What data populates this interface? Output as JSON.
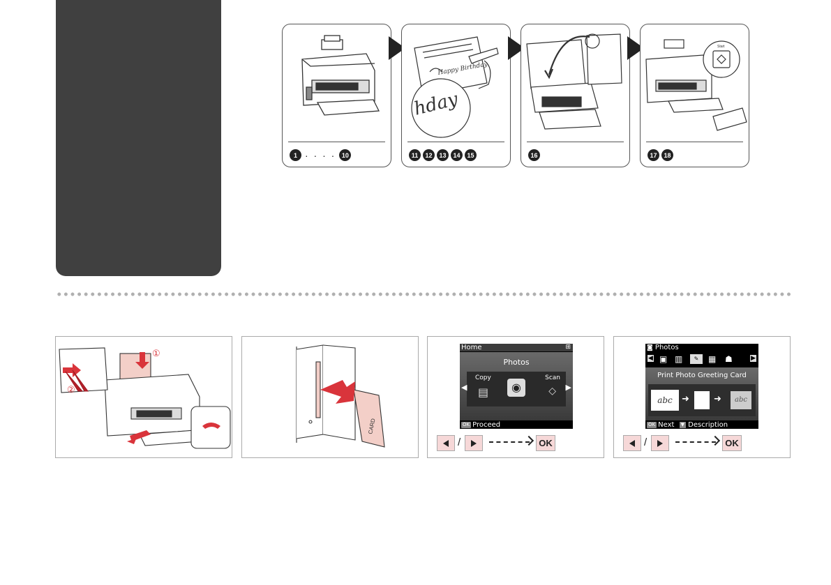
{
  "flow": {
    "panels": [
      {
        "nums": [
          "1",
          "10"
        ],
        "range": true,
        "handwriting": ""
      },
      {
        "nums": [
          "11",
          "12",
          "13",
          "14",
          "15"
        ],
        "range": false,
        "handwriting": "hday"
      },
      {
        "nums": [
          "16"
        ],
        "range": false,
        "handwriting": ""
      },
      {
        "nums": [
          "17",
          "18"
        ],
        "range": false,
        "handwriting": ""
      }
    ],
    "card_text": "Happy Birthday",
    "start_label": "Start"
  },
  "step1": {
    "marker_1": "①",
    "marker_2": "②"
  },
  "step2": {
    "card_label": "CARD"
  },
  "step3": {
    "header": "Home",
    "title": "Photos",
    "left_label": "Copy",
    "right_label": "Scan",
    "footer_badge": "OK",
    "footer_text": "Proceed"
  },
  "step4": {
    "header": "Photos",
    "title": "Print Photo Greeting Card",
    "footer_badge": "OK",
    "footer_next": "Next",
    "footer_desc": "Description",
    "sample_text": "abc"
  },
  "nav": {
    "slash": "/",
    "ok": "OK"
  },
  "colors": {
    "tab": "#404040",
    "accent_red": "#d9343b",
    "button_bg": "#f6d8d8"
  }
}
